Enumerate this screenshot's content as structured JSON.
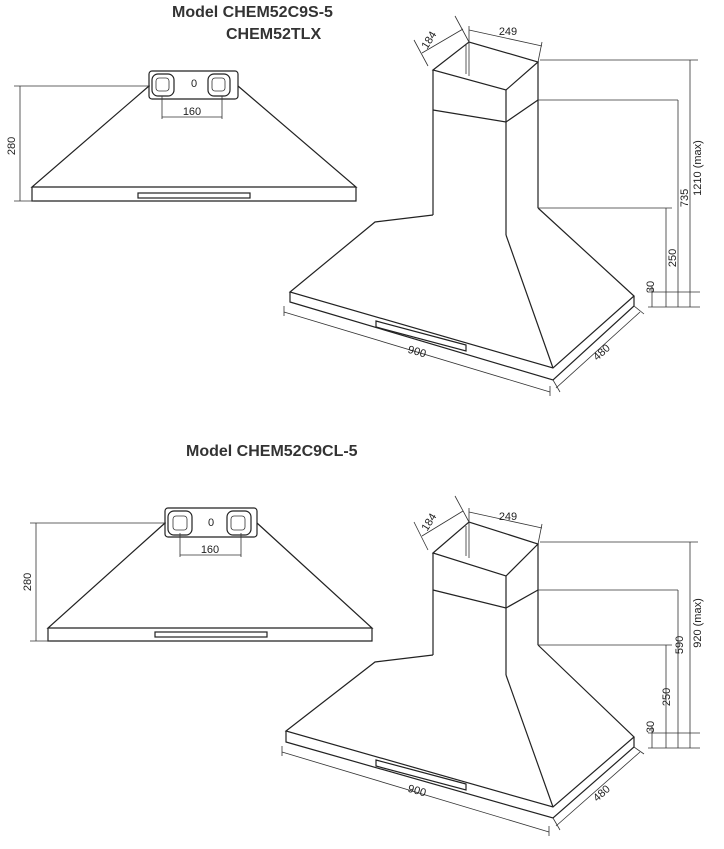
{
  "sections": [
    {
      "title_line1": "Model CHEM52C9S-5",
      "title_line2": "CHEM52TLX",
      "front": {
        "height": "280",
        "hole_spacing": "160",
        "marker": "0"
      },
      "iso": {
        "chimney_depth": "184",
        "chimney_width": "249",
        "max_height": "1210 (max)",
        "chimney_height": "735",
        "canopy_height": "250",
        "rim_height": "30",
        "width": "900",
        "depth": "480"
      }
    },
    {
      "title_line1": "Model CHEM52C9CL-5",
      "title_line2": "",
      "front": {
        "height": "280",
        "hole_spacing": "160",
        "marker": "0"
      },
      "iso": {
        "chimney_depth": "184",
        "chimney_width": "249",
        "max_height": "920 (max)",
        "chimney_height": "590",
        "canopy_height": "250",
        "rim_height": "30",
        "width": "900",
        "depth": "480"
      }
    }
  ],
  "colors": {
    "line": "#222222",
    "text": "#333333",
    "background": "#ffffff"
  }
}
